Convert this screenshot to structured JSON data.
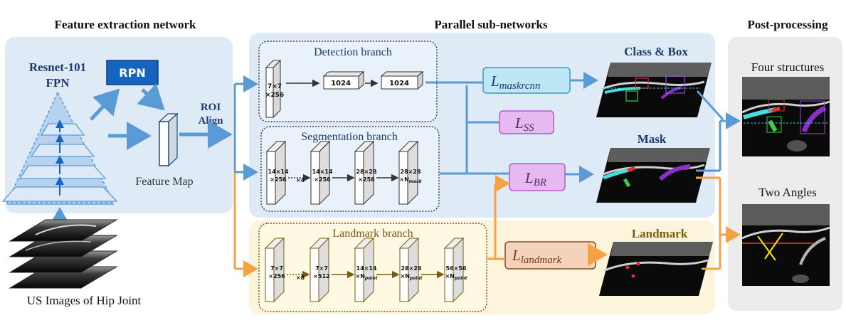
{
  "headers": {
    "feature_extraction": "Feature extraction network",
    "parallel": "Parallel sub-networks",
    "post": "Post-processing"
  },
  "backbone": {
    "name_line1": "Resnet-101",
    "name_line2": "FPN",
    "rpn": "RPN",
    "feature_map": "Feature Map",
    "roi_line1": "ROI",
    "roi_line2": "Align",
    "input_caption": "US Images of Hip Joint"
  },
  "detection": {
    "title": "Detection branch",
    "block1_line1": "7×7",
    "block1_line2": "×256",
    "fc1": "1024",
    "fc2": "1024"
  },
  "segmentation": {
    "title": "Segmentation branch",
    "blocks": [
      {
        "l1": "14×14",
        "l2": "×256"
      },
      {
        "l1": "14×14",
        "l2": "×256"
      },
      {
        "l1": "28×28",
        "l2": "×256"
      },
      {
        "l1": "28×28",
        "l2": "×N",
        "sub": "mask"
      }
    ],
    "repeat": "×4"
  },
  "landmark": {
    "title": "Landmark branch",
    "blocks": [
      {
        "l1": "7×7",
        "l2": "×256"
      },
      {
        "l1": "7×7",
        "l2": "×512"
      },
      {
        "l1": "14×14",
        "l2": "×N",
        "sub": "point"
      },
      {
        "l1": "28×28",
        "l2": "×N",
        "sub": "point"
      },
      {
        "l1": "56×56",
        "l2": "×N",
        "sub": "point"
      }
    ],
    "repeat": "×8"
  },
  "losses": {
    "maskrcnn": {
      "main": "L",
      "sub": "maskrcnn"
    },
    "ss": {
      "main": "L",
      "sub": "SS"
    },
    "br": {
      "main": "L",
      "sub": "BR"
    },
    "landmark": {
      "main": "L",
      "sub": "landmark"
    }
  },
  "outputs": {
    "class_box": "Class & Box",
    "mask": "Mask",
    "landmark": "Landmark",
    "four_structures": "Four structures",
    "two_angles": "Two Angles"
  },
  "colors": {
    "blue_arrow": "#5b9bd5",
    "orange_arrow": "#f4a340",
    "panel_blue": "#deebf7",
    "panel_yellow": "#fdf4dc",
    "panel_gray": "#ececec",
    "brown": "#7a5a10",
    "title_blue": "#1f3b6e",
    "maskrcnn_fill": "#bde7f5",
    "ss_fill": "#e6b9f0",
    "landmark_fill": "#f3d3bc"
  }
}
